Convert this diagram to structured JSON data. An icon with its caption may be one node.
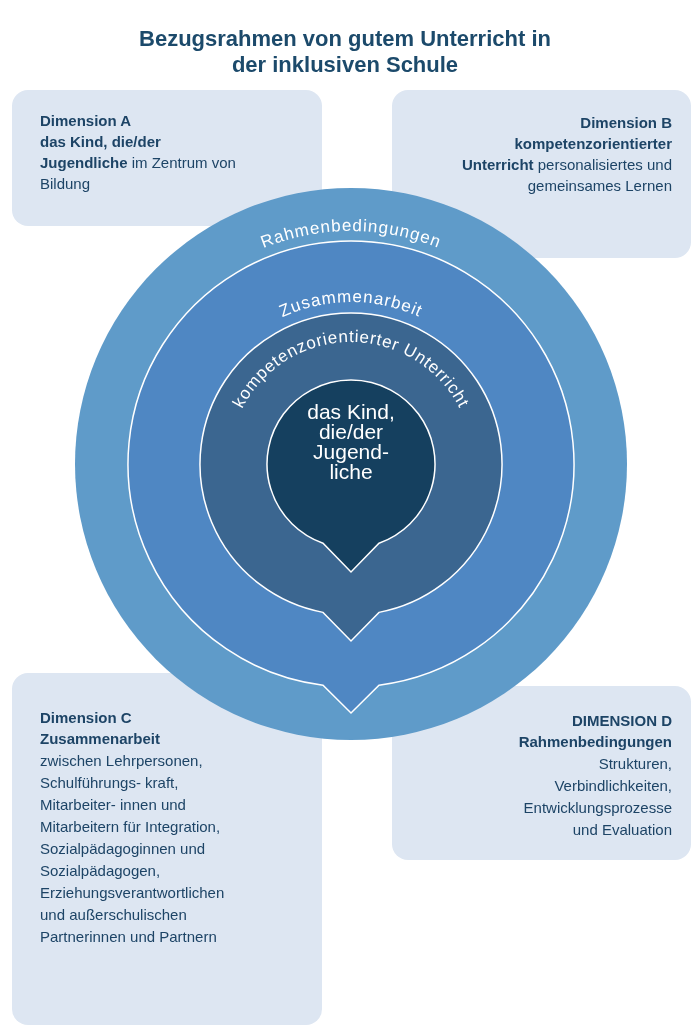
{
  "diagram": {
    "title": "Bezugsrahmen von gutem Unterricht in der inklusiven Schule",
    "nodes": [
      {
        "text": [
          "Dimension A",
          "**das Kind, die/der Jugendliche** im Zentrum von Bildung"
        ]
      },
      {
        "text": [
          "Dimension B",
          "**kompetenzorientierter Unterricht** personalisiertes und gemeinsames Lernen"
        ]
      },
      {
        "text": [
          "Rahmenbedingungen"
        ]
      },
      {
        "text": [
          "Zusammenarbeit"
        ],
        "in": 2
      },
      {
        "text": [
          "kompetenzorientierter Unterricht"
        ],
        "in": 3
      },
      {
        "text": [
          "das Kind, die/der Jugend- liche"
        ],
        "in": 4
      },
      {
        "text": [
          "Dimension C",
          "**Zusammenarbeit** zwischen Lehrpersonen, Schulführungs- kraft, Mitarbeiter- innen und Mitarbeitern für Integration, Sozialpädagoginnen und Sozialpädagogen, Erziehungsverantwortlichen und außerschulischen Partnerinnen und Partnern"
        ]
      },
      {
        "text": [
          "DIMENSION D",
          "**Rahmenbedingungen** Strukturen, Verbindlichkeiten, Entwicklungsprozesse und Evaluation"
        ]
      }
    ]
  }
}
